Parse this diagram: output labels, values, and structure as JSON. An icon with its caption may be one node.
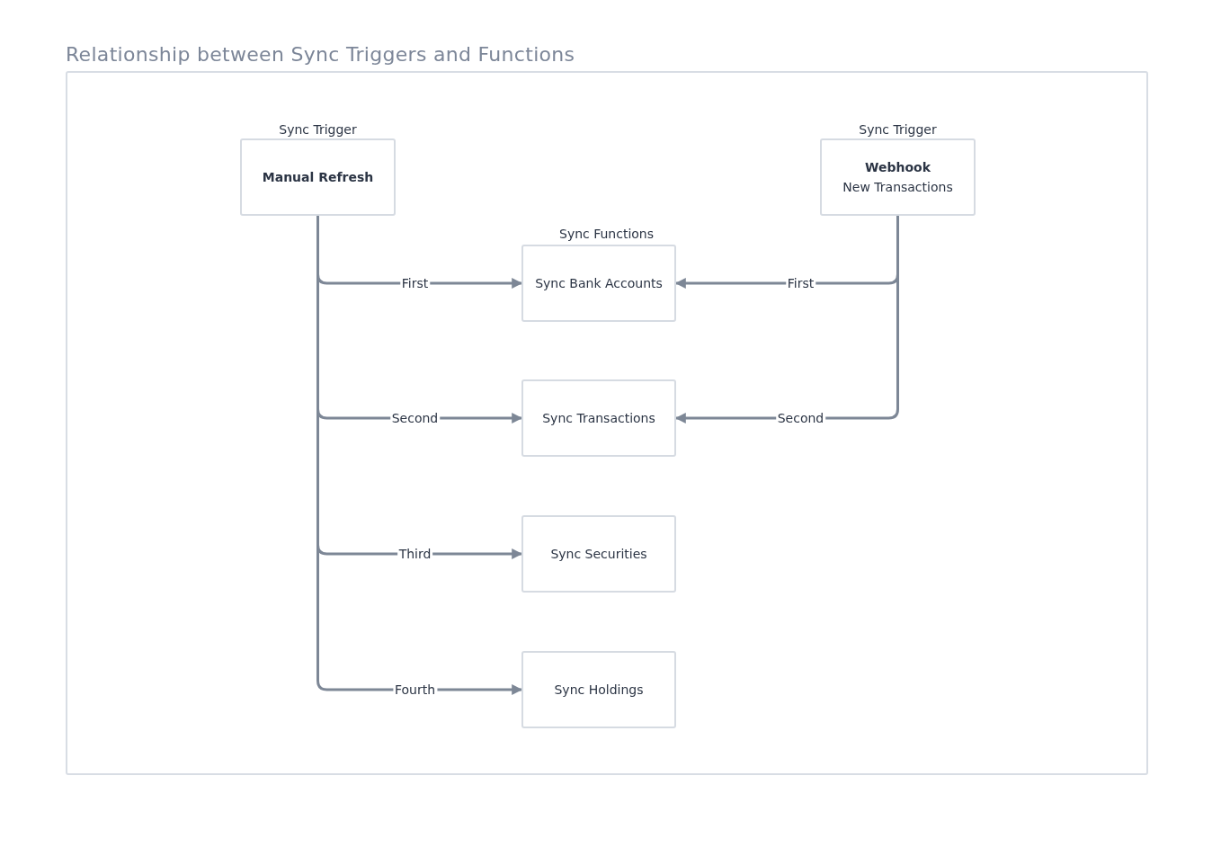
{
  "diagram": {
    "title": "Relationship between Sync Triggers and Functions",
    "nodes": [
      {
        "text": [
          "Sync Trigger",
          "Manual Refresh"
        ]
      },
      {
        "text": [
          "Sync Trigger",
          "Webhook",
          "New Transactions"
        ]
      },
      {
        "text": [
          "Sync Bank Accounts"
        ]
      },
      {
        "text": [
          "Sync Transactions"
        ]
      },
      {
        "text": [
          "Sync Securities"
        ]
      },
      {
        "text": [
          "Sync Holdings"
        ]
      }
    ],
    "edges": [
      {
        "from": 0,
        "to": 2,
        "arrow": "to",
        "label": "First"
      },
      {
        "from": 0,
        "to": 3,
        "arrow": "to",
        "label": "Second"
      },
      {
        "from": 0,
        "to": 4,
        "arrow": "to",
        "label": "Third"
      },
      {
        "from": 0,
        "to": 5,
        "arrow": "to",
        "label": "Fourth"
      },
      {
        "from": 1,
        "to": 2,
        "arrow": "to",
        "label": "First"
      },
      {
        "from": 1,
        "to": 3,
        "arrow": "to",
        "label": "Second"
      }
    ],
    "labels": [
      "Sync Functions"
    ]
  }
}
